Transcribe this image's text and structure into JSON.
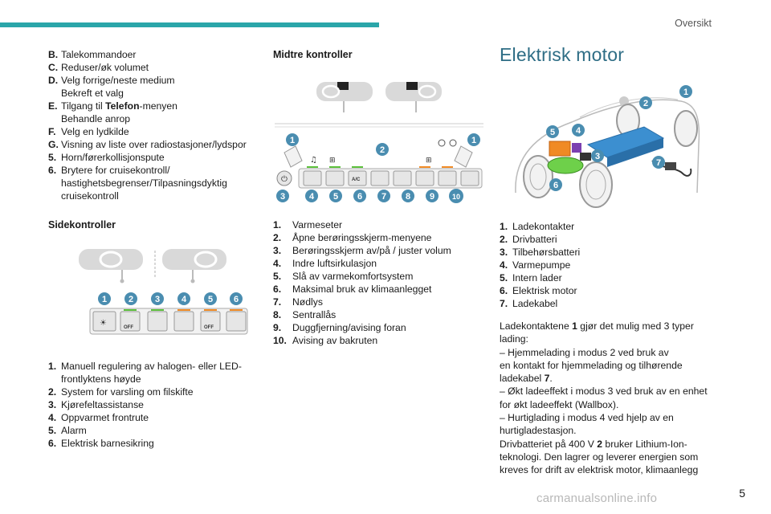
{
  "header": {
    "title": "Oversikt",
    "page_number": "5"
  },
  "col1": {
    "list_top": [
      {
        "key": "B.",
        "text": "Talekommandoer"
      },
      {
        "key": "C.",
        "text": "Reduser/øk volumet"
      },
      {
        "key": "D.",
        "text": "Velg forrige/neste medium",
        "text2": "Bekreft et valg"
      },
      {
        "key": "E.",
        "text_prefix": "Tilgang til ",
        "text_bold": "Telefon",
        "text_suffix": "-menyen",
        "text2": "Behandle anrop"
      },
      {
        "key": "F.",
        "text": "Velg en lydkilde"
      },
      {
        "key": "G.",
        "text": "Visning av liste over radiostasjoner/lydspor"
      },
      {
        "key": "5.",
        "text": "Horn/førerkollisjonspute"
      },
      {
        "key": "6.",
        "text": "Brytere for cruisekontroll/",
        "text2": "hastighetsbegrenser/Tilpasningsdyktig",
        "text3": "cruisekontroll"
      }
    ],
    "section_title": "Sidekontroller",
    "list_bottom": [
      {
        "key": "1.",
        "text": "Manuell regulering av halogen- eller LED-",
        "text2": "frontlyktens høyde"
      },
      {
        "key": "2.",
        "text": "System for varsling om filskifte"
      },
      {
        "key": "3.",
        "text": "Kjørefeltassistanse"
      },
      {
        "key": "4.",
        "text": "Oppvarmet frontrute"
      },
      {
        "key": "5.",
        "text": "Alarm"
      },
      {
        "key": "6.",
        "text": "Elektrisk barnesikring"
      }
    ],
    "badges": [
      "1",
      "2",
      "3",
      "4",
      "5",
      "6"
    ],
    "off_label": "OFF"
  },
  "col2": {
    "section_title": "Midtre kontroller",
    "list": [
      {
        "key": "1.",
        "text": "Varmeseter"
      },
      {
        "key": "2.",
        "text": "Åpne berøringsskjerm-menyene"
      },
      {
        "key": "3.",
        "text": "Berøringsskjerm av/på / juster volum"
      },
      {
        "key": "4.",
        "text": "Indre luftsirkulasjon"
      },
      {
        "key": "5.",
        "text": "Slå av varmekomfortsystem"
      },
      {
        "key": "6.",
        "text": "Maksimal bruk av klimaanlegget"
      },
      {
        "key": "7.",
        "text": "Nødlys"
      },
      {
        "key": "8.",
        "text": "Sentrallås"
      },
      {
        "key": "9.",
        "text": "Duggfjerning/avising foran"
      },
      {
        "key": "10.",
        "text": "Avising av bakruten"
      }
    ],
    "badges_top": [
      "1",
      "2",
      "1"
    ],
    "badges_bottom": [
      "3",
      "4",
      "5",
      "6",
      "7",
      "8",
      "9",
      "10"
    ],
    "ac_label": "A/C"
  },
  "col3": {
    "title": "Elektrisk motor",
    "list": [
      {
        "key": "1.",
        "text": "Ladekontakter"
      },
      {
        "key": "2.",
        "text": "Drivbatteri"
      },
      {
        "key": "3.",
        "text": "Tilbehørsbatteri"
      },
      {
        "key": "4.",
        "text": "Varmepumpe"
      },
      {
        "key": "5.",
        "text": "Intern lader"
      },
      {
        "key": "6.",
        "text": "Elektrisk motor"
      },
      {
        "key": "7.",
        "text": "Ladekabel"
      }
    ],
    "badges": [
      "1",
      "2",
      "3",
      "4",
      "5",
      "6",
      "7"
    ],
    "para": {
      "l1_prefix": "Ladekontaktene ",
      "l1_bold": "1",
      "l1_suffix": " gjør det mulig med 3 typer",
      "l2": "lading:",
      "l3": "–  Hjemmelading i modus 2 ved bruk av",
      "l4": "en kontakt for hjemmelading og tilhørende",
      "l5_prefix": "ladekabel ",
      "l5_bold": "7",
      "l5_suffix": ".",
      "l6": "–  Økt ladeeffekt i modus 3 ved bruk av en enhet",
      "l7": "for økt ladeeffekt (Wallbox).",
      "l8": "–  Hurtiglading i modus 4 ved hjelp av en",
      "l9": "hurtigladestasjon.",
      "l10_prefix": "Drivbatteriet på 400 V ",
      "l10_bold": "2",
      "l10_suffix": " bruker Lithium-Ion-",
      "l11": "teknologi. Den lagrer og leverer energien som",
      "l12": "kreves for drift av elektrisk motor, klimaanlegg"
    }
  },
  "watermark": "carmanualsonline.info",
  "colors": {
    "accent": "#2aa6a9",
    "title_blue": "#2e6d85",
    "badge_blue": "#4a8db0",
    "led_green": "#5bbf3a",
    "led_orange": "#f08a24",
    "battery_blue": "#3c8fd0"
  }
}
